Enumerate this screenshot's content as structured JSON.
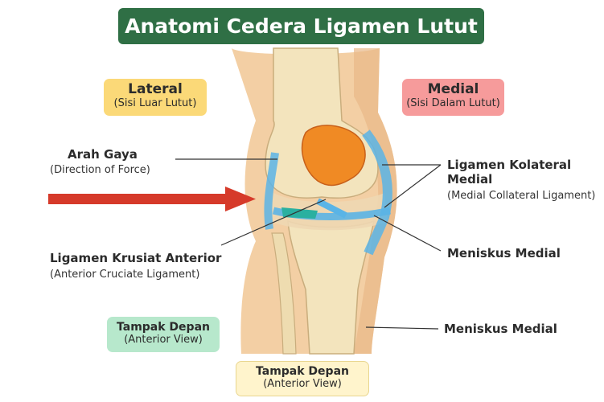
{
  "title": "Anatomi Cedera Ligamen Lutut",
  "lateral": {
    "heading": "Lateral",
    "sub": "(Sisi Luar Lutut)"
  },
  "medial": {
    "heading": "Medial",
    "sub": "(Sisi Dalam Lutut)"
  },
  "labels": {
    "force": {
      "main": "Arah Gaya",
      "sub": "(Direction of Force)"
    },
    "mcl": {
      "main1": "Ligamen Kolateral",
      "main2": "Medial",
      "sub": "(Medial Collateral Ligament)"
    },
    "acl": {
      "main": "Ligamen Krusiat Anterior",
      "sub": "(Anterior Cruciate Ligament)"
    },
    "meniscus1": {
      "main": "Meniskus Medial"
    },
    "meniscus2": {
      "main": "Meniskus Medial"
    }
  },
  "view_left": {
    "heading": "Tampak Depan",
    "sub": "(Anterior View)"
  },
  "view_bottom": {
    "heading": "Tampak Depan",
    "sub": "(Anterior View)"
  },
  "colors": {
    "title_bg": "#2f6f45",
    "arrow": "#d63a2a",
    "ligament": "#5ab4e6",
    "patella": "#f08a24"
  }
}
